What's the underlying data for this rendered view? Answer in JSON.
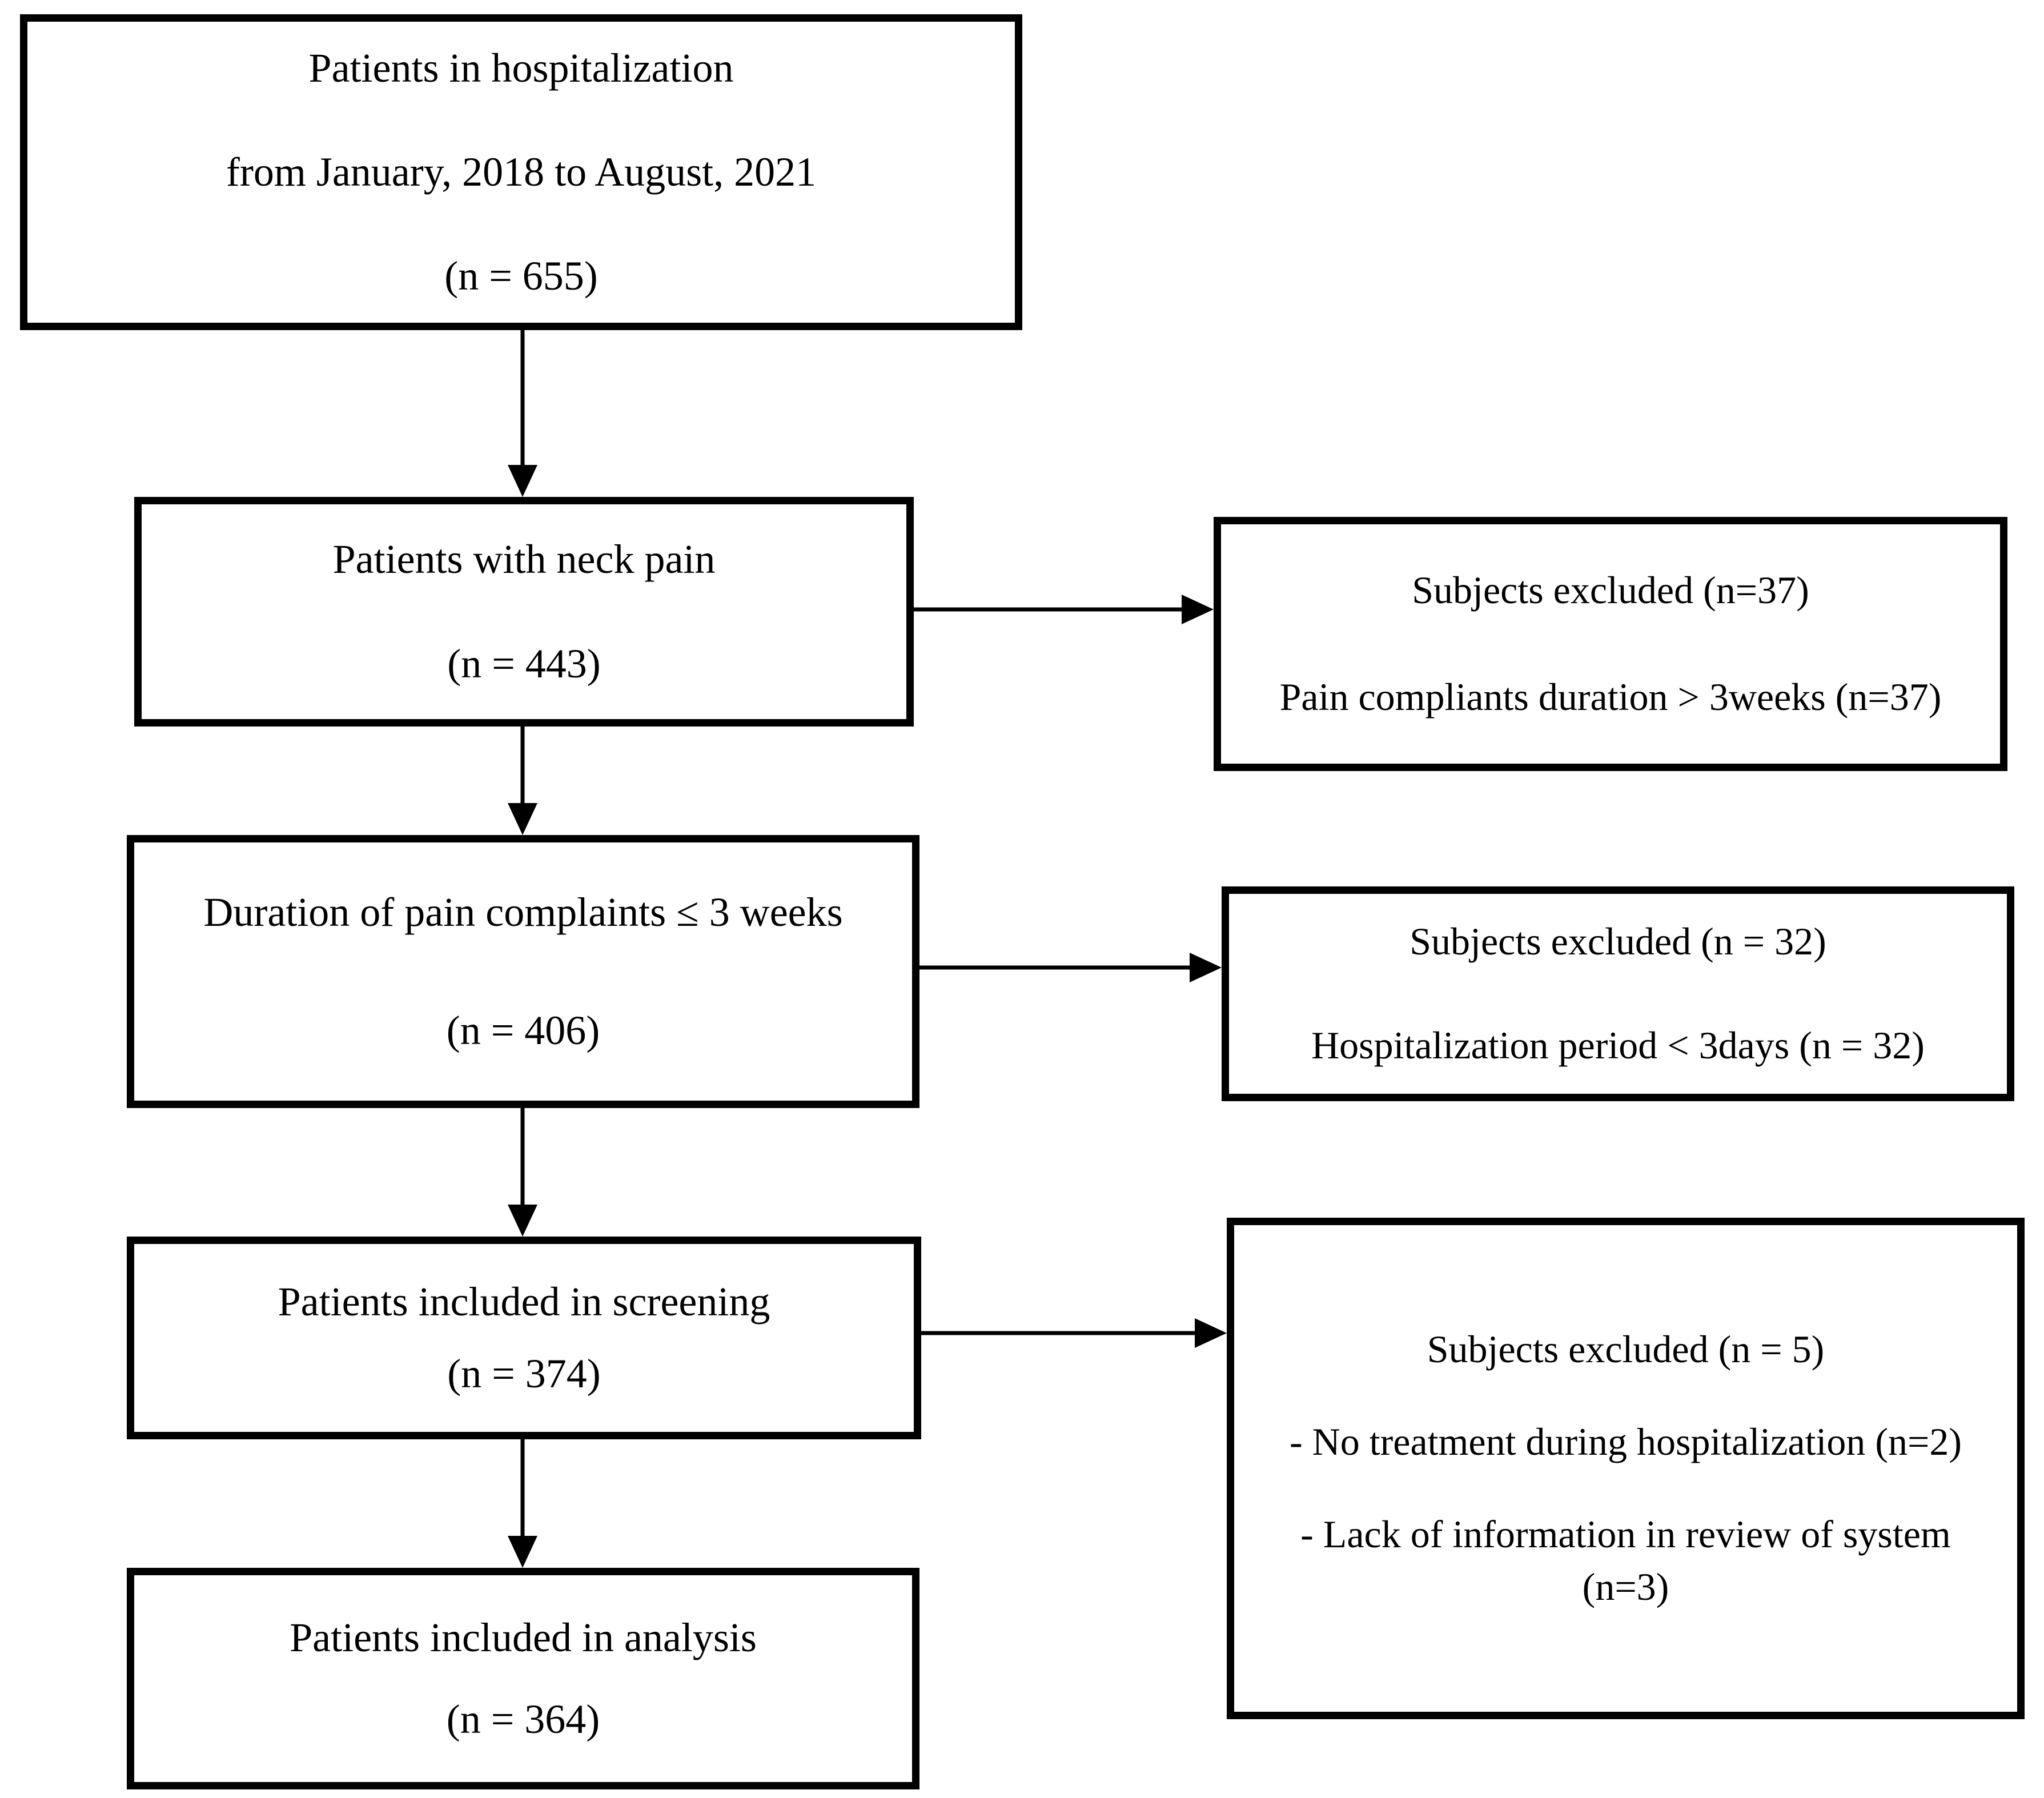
{
  "diagram": {
    "background": "#ffffff",
    "border_color": "#000000",
    "text_color": "#000000",
    "flow_boxes": {
      "hospitalization": {
        "line1": "Patients in hospitalization",
        "line2": "from January, 2018 to August, 2021",
        "count": "(n = 655)"
      },
      "neck_pain": {
        "line1": "Patients with neck pain",
        "count": "(n = 443)"
      },
      "duration": {
        "line1": "Duration of pain complaints ≤ 3 weeks",
        "count": "(n = 406)"
      },
      "screening": {
        "line1": "Patients included in screening",
        "count": "(n = 374)"
      },
      "analysis": {
        "line1": "Patients included in analysis",
        "count": "(n = 364)"
      }
    },
    "exclusion_boxes": {
      "excluded_neck_pain": {
        "header": "Subjects excluded (n=37)",
        "reason": "Pain compliants duration > 3weeks (n=37)"
      },
      "excluded_duration": {
        "header": "Subjects excluded (n = 32)",
        "reason": "Hospitalization period < 3days (n = 32)"
      },
      "excluded_screening": {
        "header": "Subjects excluded (n = 5)",
        "reason1": "- No treatment during hospitalization (n=2)",
        "reason2": "- Lack of information in review of system (n=3)"
      }
    }
  }
}
